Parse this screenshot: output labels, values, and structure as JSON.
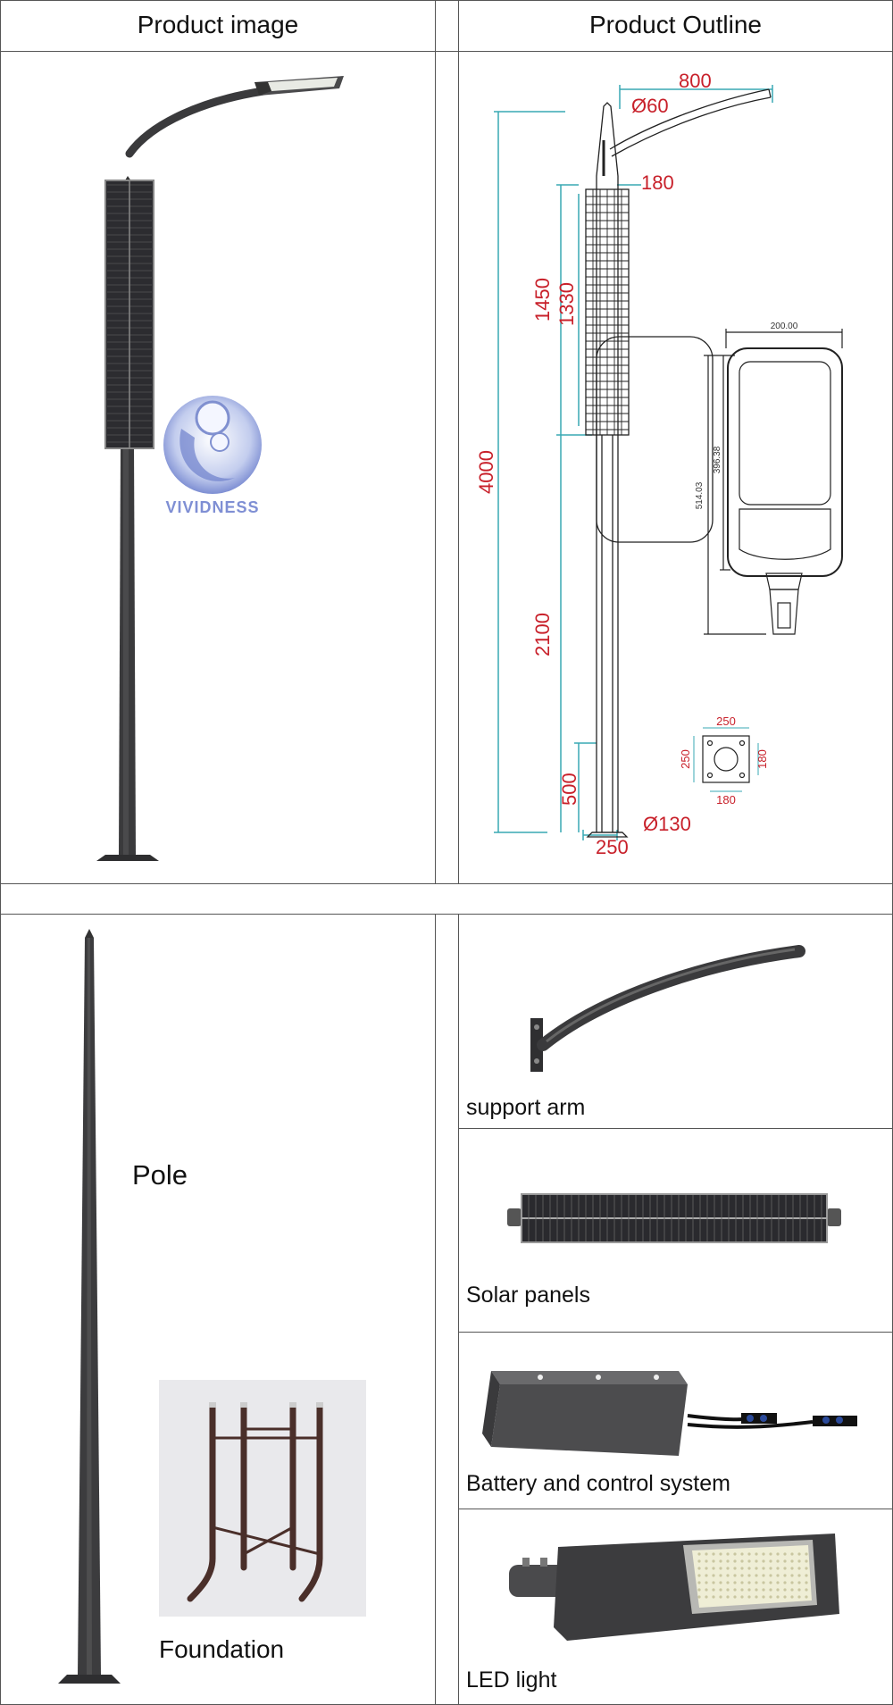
{
  "headers": {
    "product_image": "Product image",
    "product_outline": "Product Outline"
  },
  "logo_text": "VIVIDNESS",
  "outline": {
    "d_800": "800",
    "d_phi60": "Ø60",
    "d_180": "180",
    "d_1450": "1450",
    "d_1330": "1330",
    "d_4000": "4000",
    "d_2100": "2100",
    "d_500": "500",
    "d_phi130": "Ø130",
    "d_250": "250",
    "lamp_w": "200.00",
    "lamp_h1": "396.38",
    "lamp_h2": "514.03",
    "base_top": "250",
    "base_left": "250",
    "base_right": "180",
    "base_bottom": "180"
  },
  "parts": {
    "pole": "Pole",
    "foundation": "Foundation",
    "support_arm": "support arm",
    "solar_panels": "Solar panels",
    "battery": "Battery and control system",
    "led_light": "LED light"
  },
  "colors": {
    "dimension_red": "#c8202a",
    "dimension_line": "#39a9b4",
    "pole_dark": "#3c3c3e"
  }
}
